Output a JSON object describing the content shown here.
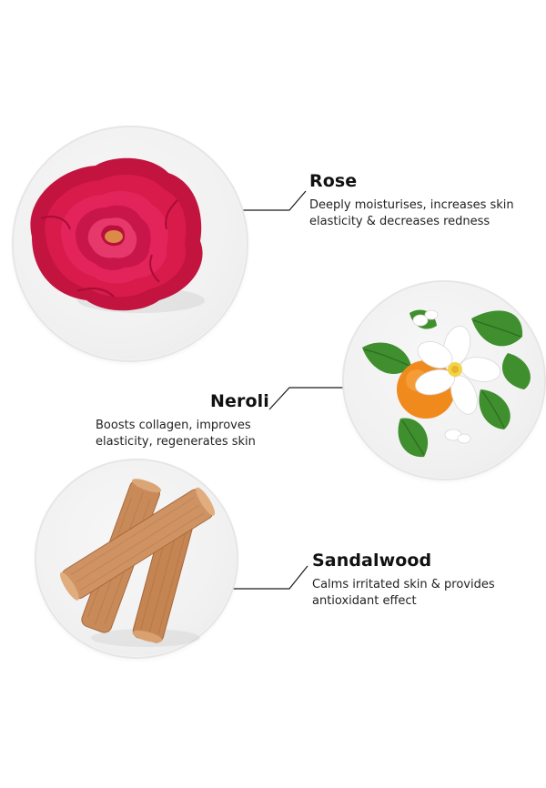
{
  "ingredients": [
    {
      "name": "Rose",
      "description": "Deeply moisturises, increases skin elasticity & decreases redness",
      "icon": "rose-icon",
      "color": "#d81b4a"
    },
    {
      "name": "Neroli",
      "description": "Boosts collagen, improves elasticity, regenerates skin",
      "icon": "neroli-blossom-icon",
      "color": "#f08a1c"
    },
    {
      "name": "Sandalwood",
      "description": "Calms irritated skin & provides antioxidant effect",
      "icon": "sandalwood-sticks-icon",
      "color": "#c98a5a"
    }
  ]
}
